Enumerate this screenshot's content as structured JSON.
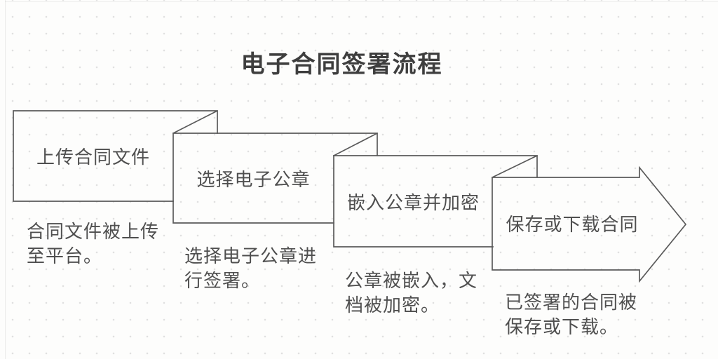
{
  "title": "电子合同签署流程",
  "steps": [
    {
      "label": "上传合同文件",
      "description": "合同文件被上传\n至平台。"
    },
    {
      "label": "选择电子公章",
      "description": "选择电子公章进\n行签署。"
    },
    {
      "label": "嵌入公章并加密",
      "description": "公章被嵌入，文\n档被加密。"
    },
    {
      "label": "保存或下载合同",
      "description": "已签署的合同被\n保存或下载。"
    }
  ],
  "colors": {
    "background": "#fdfdfc",
    "dot_grid": "#e0e0e0",
    "stroke": "#5a5a5a",
    "text": "#4f4f4f",
    "title": "#3e3e3e"
  }
}
